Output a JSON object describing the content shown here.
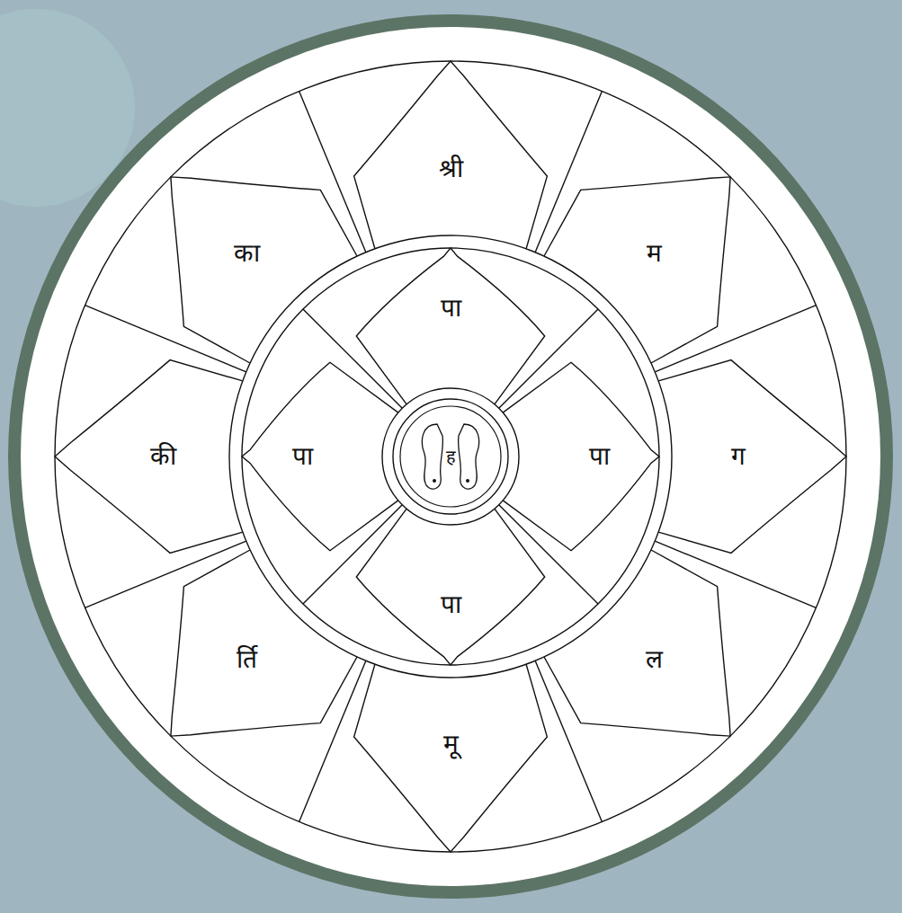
{
  "diagram": {
    "nodes": [
      {
        "text": [
          "श्री"
        ]
      },
      {
        "text": [
          "म"
        ]
      },
      {
        "text": [
          "ग"
        ]
      },
      {
        "text": [
          "ल"
        ]
      },
      {
        "text": [
          "मू"
        ]
      },
      {
        "text": [
          "र्ति"
        ]
      },
      {
        "text": [
          "की"
        ]
      },
      {
        "text": [
          "का"
        ]
      },
      {
        "text": [
          "पा"
        ]
      },
      {
        "text": [
          "पा"
        ]
      },
      {
        "text": [
          "पा"
        ]
      },
      {
        "text": [
          "पा"
        ]
      },
      {
        "text": [
          "ह"
        ]
      }
    ]
  }
}
